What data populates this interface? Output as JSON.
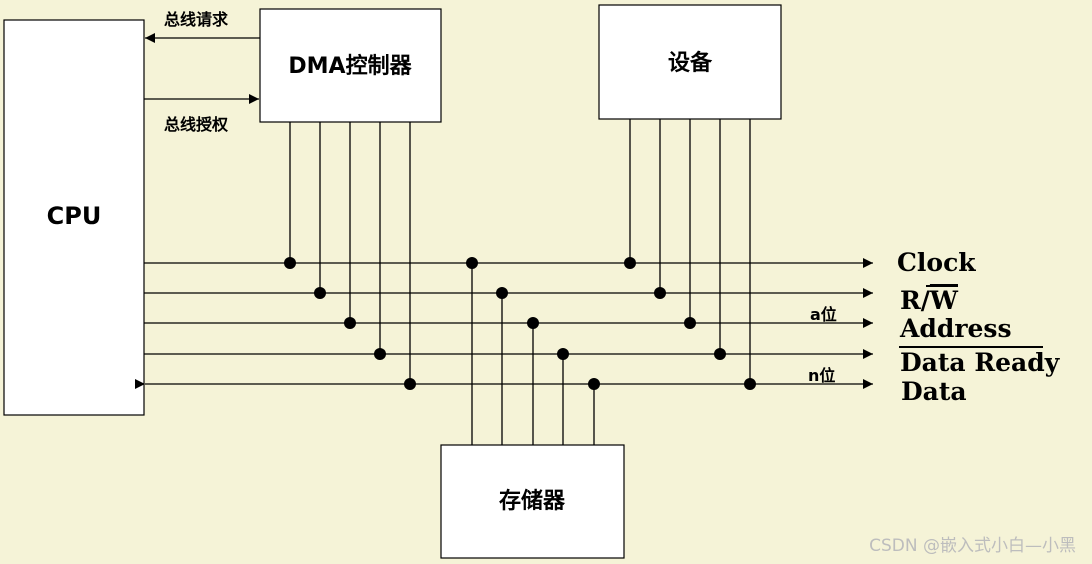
{
  "blocks": {
    "cpu": "CPU",
    "dma": "DMA控制器",
    "device": "设备",
    "memory": "存储器"
  },
  "handshake": {
    "bus_request": "总线请求",
    "bus_grant": "总线授权"
  },
  "signals": {
    "clock": "Clock",
    "rw_r": "R/",
    "rw_w": "W",
    "address": "Address",
    "data_ready": "Data Ready",
    "data": "Data"
  },
  "widths": {
    "address_width": "a位",
    "data_width": "n位"
  },
  "watermark": "CSDN @嵌入式小白—小黑"
}
